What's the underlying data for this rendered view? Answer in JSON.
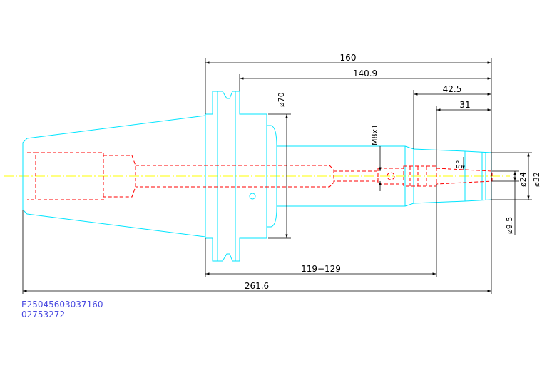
{
  "dimensions": {
    "overall_flange_to_end": "160",
    "gauge_to_end": "140.9",
    "nose_length": "42.5",
    "collet_length": "31",
    "diameter_70": "ø70",
    "thread": "M8x1",
    "angle": "5°",
    "diameter_24": "ø24",
    "diameter_32": "ø32",
    "diameter_9_5": "ø9.5",
    "adjust_range": "119−129",
    "total_length": "261.6"
  },
  "codes": {
    "line1": "E25045603037160",
    "line2": "02753272"
  },
  "colors": {
    "outline": "#00e5ff",
    "hidden": "#ff0000",
    "centerline": "#ffff00",
    "dimension": "#000000",
    "code_text": "#4a4ae0"
  }
}
